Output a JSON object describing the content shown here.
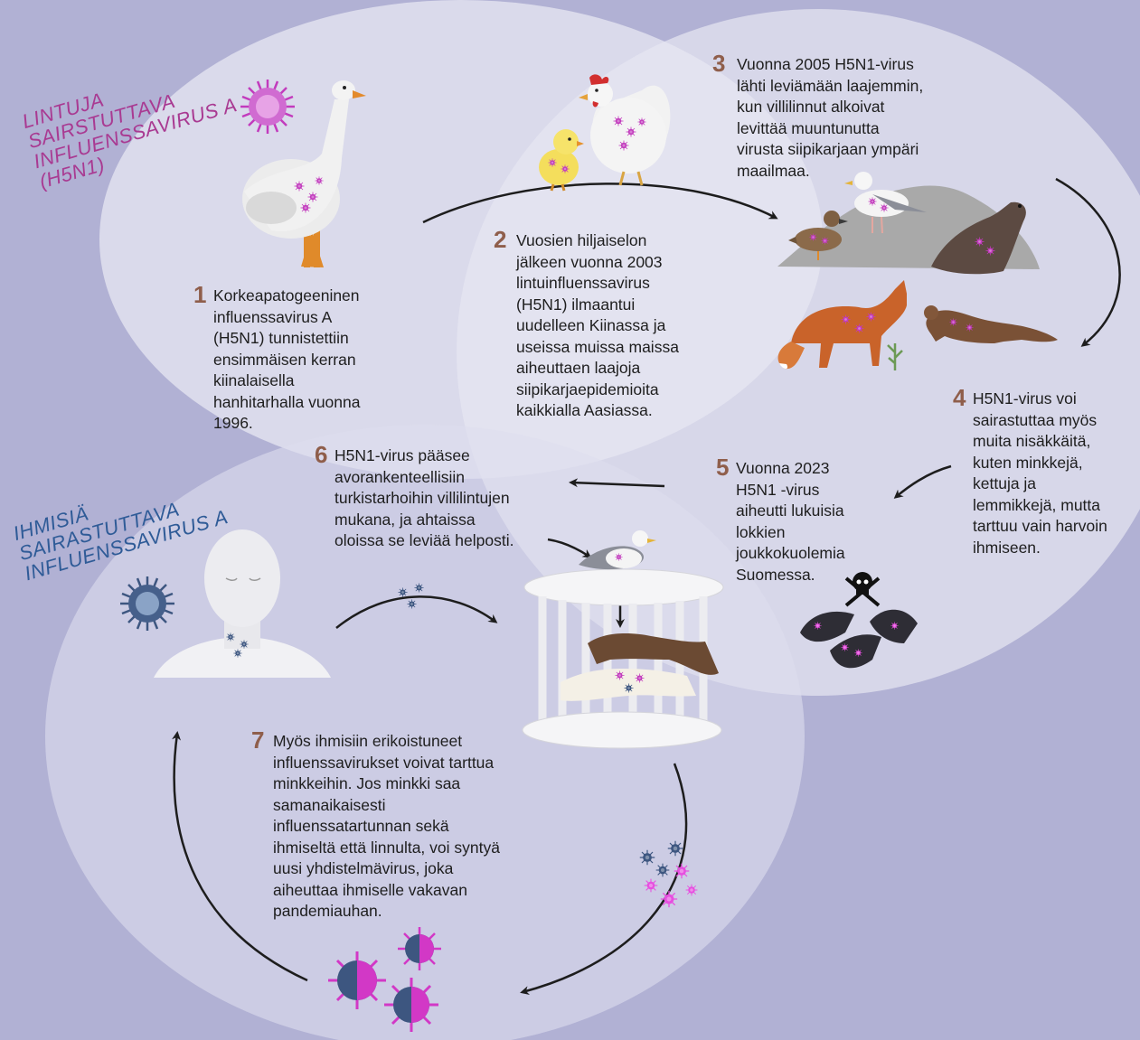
{
  "labels": {
    "bird_virus": [
      "LINTUJA",
      "SAIRSTUTTAVA",
      "INFLUENSSAVIRUS A",
      "(H5N1)"
    ],
    "human_virus": [
      "IHMISIÄ",
      "SAIRASTUTTAVA",
      "INFLUENSSAVIRUS A"
    ]
  },
  "steps": [
    {
      "num": "1",
      "lines": [
        "Korkeapatogeeninen",
        "influenssavirus A",
        "(H5N1) tunnistettiin",
        "ensimmäisen kerran",
        "kiinalaisella",
        "hanhitarhalla vuonna",
        "1996."
      ]
    },
    {
      "num": "2",
      "lines": [
        "Vuosien hiljaiselon",
        "jälkeen vuonna 2003",
        "lintuinfluenssavirus",
        "(H5N1) ilmaantui",
        "uudelleen Kiinassa ja",
        "useissa muissa maissa",
        "aiheuttaen laajoja",
        "siipikarjaepidemioita",
        "kaikkialla Aasiassa."
      ]
    },
    {
      "num": "3",
      "lines": [
        "Vuonna 2005 H5N1-virus",
        "lähti leviämään laajemmin,",
        "kun villilinnut alkoivat",
        "levittää muuntunutta",
        "virusta siipikarjaan ympäri",
        "maailmaa."
      ]
    },
    {
      "num": "4",
      "lines": [
        "H5N1-virus voi",
        "sairastuttaa myös",
        "muita nisäkkäitä,",
        "kuten minkkejä,",
        "kettuja ja",
        "lemmikkejä, mutta",
        "tarttuu vain harvoin",
        "ihmiseen."
      ]
    },
    {
      "num": "5",
      "lines": [
        "Vuonna 2023",
        "H5N1 -virus",
        "aiheutti lukuisia",
        "lokkien",
        "joukkokuolemia",
        "Suomessa."
      ]
    },
    {
      "num": "6",
      "lines": [
        "H5N1-virus pääsee",
        "avorankenteellisiin",
        "turkistarhoihin villilintujen",
        "mukana, ja ahtaissa",
        "oloissa se leviää helposti."
      ]
    },
    {
      "num": "7",
      "lines": [
        "Myös ihmisiin erikoistuneet",
        "influenssavirukset voivat tarttua",
        "minkkeihin. Jos minkki saa",
        "samanaikaisesti",
        "influenssatartunnan sekä",
        "ihmiseltä että linnulta, voi syntyä",
        "uusi yhdistelmävirus, joka",
        "aiheuttaa ihmiselle vakavan",
        "pandemiauhan."
      ]
    }
  ],
  "colors": {
    "background": "#b1b1d4",
    "bubble": "#e4e4f0",
    "number": "#8f5e4b",
    "bird_label": "#a93a92",
    "human_label": "#2f5b97",
    "virus_bird": "#c23bbd",
    "virus_human": "#3d5680"
  },
  "icons": [
    "bird-virus-icon",
    "goose-icon",
    "chick-icon",
    "hen-icon",
    "gull-icon",
    "duck-icon",
    "seal-icon",
    "fox-icon",
    "mink-icon",
    "human-virus-icon",
    "human-head-icon",
    "cage-icon",
    "dead-birds-icon",
    "skull-icon",
    "hybrid-virus-icon"
  ]
}
